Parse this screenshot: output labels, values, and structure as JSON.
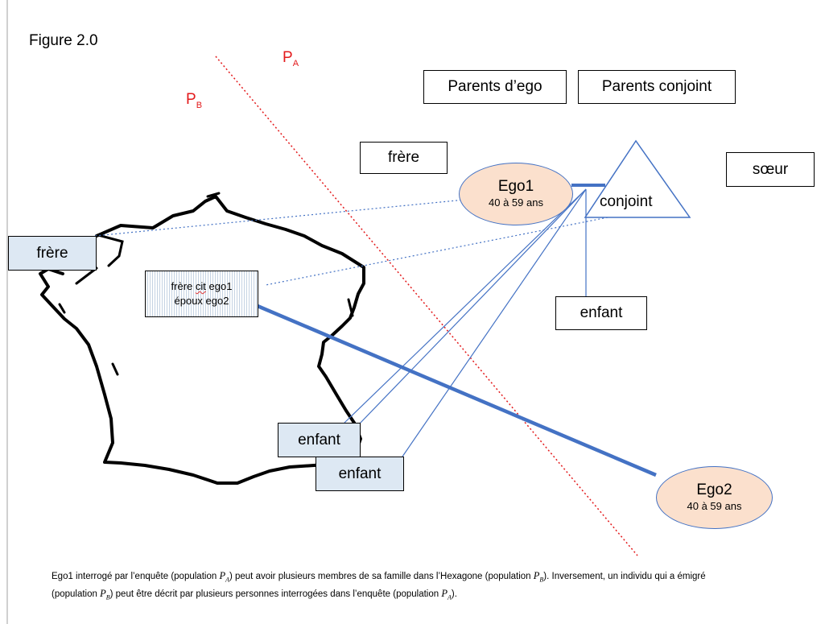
{
  "figure": {
    "title": "Figure 2.0"
  },
  "populations": {
    "a": {
      "letter": "P",
      "sub": "A"
    },
    "b": {
      "letter": "P",
      "sub": "B"
    }
  },
  "nodes": {
    "parents_ego": "Parents d’ego",
    "parents_conjoint": "Parents conjoint",
    "frere_top": "frère",
    "soeur": "sœur",
    "ego1_name": "Ego1",
    "ego1_age": "40 à 59 ans",
    "conjoint": "conjoint",
    "enfant_right": "enfant",
    "frere_left": "frère",
    "frere_cit_line1_word": "frère",
    "frere_cit_line1_underlined": "cit",
    "frere_cit_line1_rest": "ego1",
    "frere_cit_line2": "époux ego2",
    "enfant_1": "enfant",
    "enfant_2": "enfant",
    "ego2_name": "Ego2",
    "ego2_age": "40 à 59 ans"
  },
  "caption": {
    "s1": "Ego1 interrogé par l’enquête (population ",
    "s2": ") peut avoir plusieurs membres de sa famille dans l’Hexagone (population ",
    "s3": "). Inversement, un individu qui a émigré (population  ",
    "s4": ") peut être décrit par plusieurs personnes interrogées dans l’enquête (population ",
    "s5": ")."
  },
  "colors": {
    "population_line": "#e31a1c",
    "link_blue": "#4472c4",
    "ego_fill": "#fbe0cd",
    "box_blue_fill": "#dde8f3",
    "map_outline": "#000000"
  }
}
